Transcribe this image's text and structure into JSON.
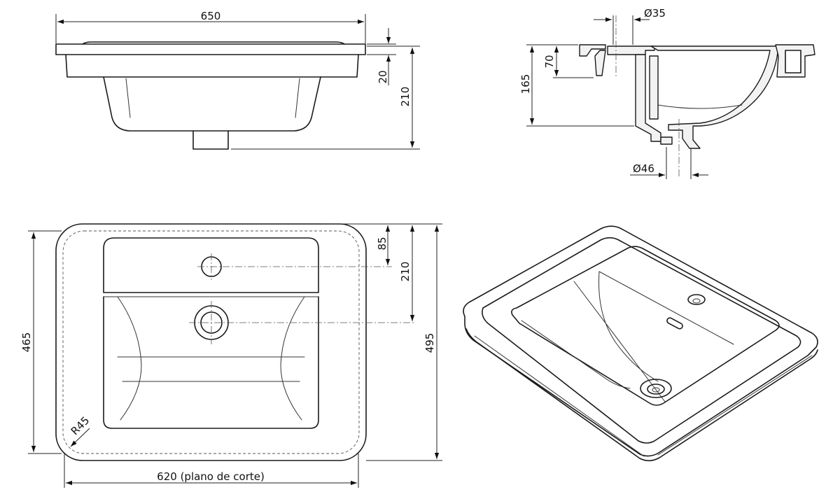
{
  "dimensions": {
    "front_width": "650",
    "front_rim_height": "20",
    "front_total_height": "210",
    "overflow_diameter": "Ø35",
    "section_overflow_depth": "70",
    "section_bowl_depth": "165",
    "drain_diameter": "Ø46",
    "plan_faucet_offset": "85",
    "plan_drain_offset": "210",
    "plan_inner_depth": "465",
    "plan_outer_depth": "495",
    "plan_corner_radius": "R45",
    "plan_cut_width": "620 (plano de corte)"
  },
  "colors": {
    "line": "#1a1a1a",
    "section_fill": "#f2f2f2",
    "background": "#ffffff"
  }
}
